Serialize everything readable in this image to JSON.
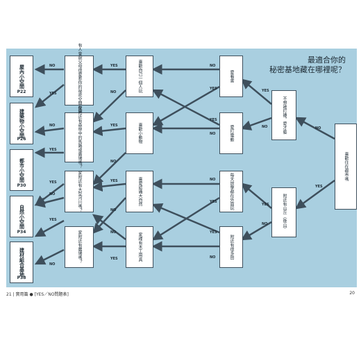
{
  "title": {
    "line1": "最適合你的",
    "line2": "秘密基地藏在哪裡呢？"
  },
  "footer": {
    "left_page": "21",
    "section": "實用篇",
    "section_note": "YES／NO問題表",
    "right_page": "20"
  },
  "answers": [
    {
      "name": "屋內小空間",
      "page": "P22"
    },
    {
      "name": "建築物小空間",
      "page": "P26"
    },
    {
      "name": "都市小空間",
      "page": "P30"
    },
    {
      "name": "自然小空間",
      "page": "P34"
    },
    {
      "name": "建材組合基地",
      "page": "P38"
    }
  ],
  "col2": [
    "有人會說父母很愛惹你的祕密空間在哪裡",
    "家附近有森林中的馬路或廣場嗎？",
    "家附近有大型河川嗎？",
    "家附近有農場嗎？"
  ],
  "col3": [
    "喜歡自己一個人玩",
    "喜歡小動物",
    "喜愛認識大自然",
    "家裡有木工用具"
  ],
  "col4": [
    "愛看書",
    "愛打電動",
    "每天放學都在外面玩",
    "附近有很多田"
  ],
  "col5": [
    "不想被打擾，愛才藝",
    "附近有山丘（後山）"
  ],
  "start": "喜歡住在都市嗎",
  "labels": {
    "yes": "YES",
    "no": "NO"
  }
}
